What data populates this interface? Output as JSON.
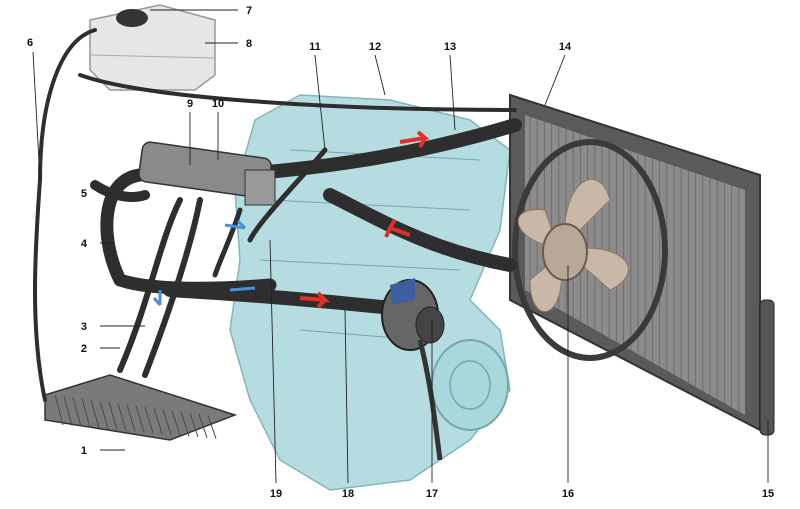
{
  "callouts": [
    {
      "id": "1",
      "text": "1"
    },
    {
      "id": "2",
      "text": "2"
    },
    {
      "id": "3",
      "text": "3"
    },
    {
      "id": "4",
      "text": "4"
    },
    {
      "id": "5",
      "text": "5"
    },
    {
      "id": "6",
      "text": "6"
    },
    {
      "id": "7",
      "text": "7"
    },
    {
      "id": "8",
      "text": "8"
    },
    {
      "id": "9",
      "text": "9"
    },
    {
      "id": "10",
      "text": "10"
    },
    {
      "id": "11",
      "text": "11"
    },
    {
      "id": "12",
      "text": "12"
    },
    {
      "id": "13",
      "text": "13"
    },
    {
      "id": "14",
      "text": "14"
    },
    {
      "id": "15",
      "text": "15"
    },
    {
      "id": "16",
      "text": "16"
    },
    {
      "id": "17",
      "text": "17"
    },
    {
      "id": "18",
      "text": "18"
    },
    {
      "id": "19",
      "text": "19"
    }
  ],
  "colors": {
    "engine": "#a9d8dc",
    "engine_edge": "#6fa9ae",
    "hose": "#2e2e2e",
    "hose_highlight": "#6a6a6a",
    "radiator_frame": "#5a5a5a",
    "radiator_core": "#8c8c8c",
    "fan": "#c9b8a8",
    "tank": "#e6e6e6",
    "heater_core": "#7a7a7a",
    "flow_hot": "#e0302a",
    "flow_cool": "#4a90d9"
  }
}
